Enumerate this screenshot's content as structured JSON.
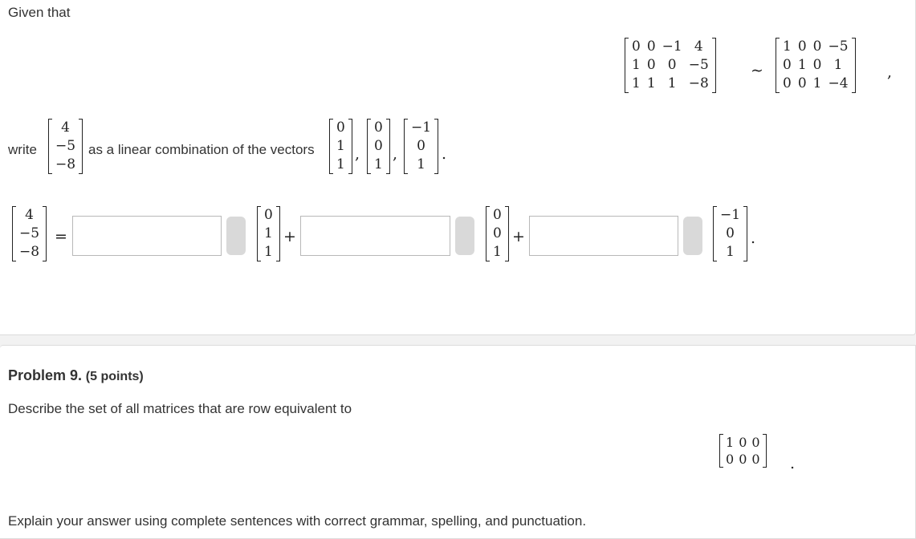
{
  "problem8": {
    "given_label": "Given that",
    "write_label": "write",
    "as_combo_label": "as a linear combination of the vectors",
    "aug_matrix": [
      [
        "0",
        "0",
        "−1",
        "4"
      ],
      [
        "1",
        "0",
        "0",
        "−5"
      ],
      [
        "1",
        "1",
        "1",
        "−8"
      ]
    ],
    "rref_matrix": [
      [
        "1",
        "0",
        "0",
        "−5"
      ],
      [
        "0",
        "1",
        "0",
        "1"
      ],
      [
        "0",
        "0",
        "1",
        "−4"
      ]
    ],
    "tilde": "∼",
    "comma": ",",
    "period": ".",
    "b_vector": [
      "4",
      "−5",
      "−8"
    ],
    "v1": [
      "0",
      "1",
      "1"
    ],
    "v2": [
      "0",
      "0",
      "1"
    ],
    "v3": [
      "−1",
      "0",
      "1"
    ],
    "equals": "=",
    "plus": "+",
    "answer_1": "",
    "answer_2": "",
    "answer_3": ""
  },
  "problem9": {
    "title": "Problem 9.",
    "points": "(5 points)",
    "prompt": "Describe the set of all matrices that are row equivalent to",
    "matrix": [
      [
        "1",
        "0",
        "0"
      ],
      [
        "0",
        "0",
        "0"
      ]
    ],
    "period": ".",
    "explain": "Explain your answer using complete sentences with correct grammar, spelling, and punctuation."
  },
  "colors": {
    "page_bg": "#f2f2f2",
    "card_bg": "#ffffff",
    "badge": "#d9d9d9"
  }
}
